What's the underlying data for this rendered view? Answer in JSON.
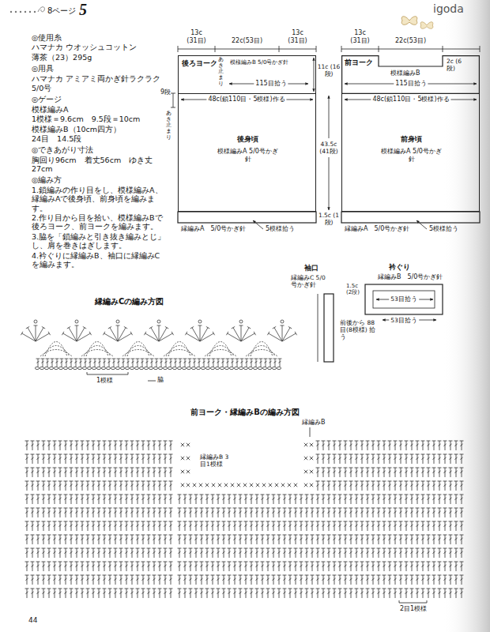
{
  "diagram": {
    "nodes": [
      {
        "text": [
          "後ろヨーク",
          "模様編みB 5/0号かぎ針"
        ]
      },
      {
        "text": [
          "後身頃",
          "模様編みA 5/0号かぎ針"
        ]
      },
      {
        "text": [
          "前ヨーク",
          "模様編みB"
        ]
      },
      {
        "text": [
          "前身頃",
          "模様編みA 5/0号かぎ針"
        ]
      }
    ],
    "labels": [
      "8ページ",
      "5",
      "igoda",
      "◎使用糸",
      "ハマナカ ウオッシュコットン",
      "薄茶（23）295g",
      "◎用具",
      "ハマナカ アミアミ両かぎ針ラクラク",
      "5/0号",
      "◎ゲージ",
      "模様編みA",
      "1模様＝9.6cm　9.5段＝10cm",
      "模様編みB（10cm四方）",
      "24目　14.5段",
      "◎できあがり寸法",
      "胸回り96cm　着丈56cm　ゆき丈27cm",
      "◎編み方",
      "1.鎖編みの作り目をし、模様編みA、縁編みAで後身頃、前身頃を編みます。",
      "2.作り目から目を拾い、模様編みBで後ろヨーク、前ヨークを編みます。",
      "3.脇を「鎖編みと引き抜き編みとじ」し、肩を巻きはぎします。",
      "4.衿ぐりに縁編みB、袖口に縁編みCを編みます。",
      "13c (31目)",
      "22c(53目)",
      "13c (31目)",
      "あき止まり",
      "115目拾う",
      "48c(鎖110目・5模様)作る",
      "9段",
      "あき止まり",
      "11c (16段)",
      "43.5c (41段)",
      "1.5c (1段)",
      "縁編みA　5/0号かぎ針",
      "5模様拾う",
      "13c (31目)",
      "22c(53目)",
      "2c (6段)",
      "115目拾う",
      "48c(鎖110目・5模様)作る",
      "縁編みA　5/0号かぎ針",
      "5模様拾う",
      "衿ぐり",
      "縁編みB　5/0号かぎ針",
      "1.5c (2段)",
      "53目拾う",
      "53目拾う",
      "袖口",
      "縁編みC 5/0号かぎ針",
      "前後から 88目(8模様) 拾う",
      "縁編みCの編み方図",
      "1模様",
      "脇",
      "前ヨーク・縁編みBの編み方図",
      "縁編みB",
      "縁編みB 3目1模様",
      "2目1模様",
      "44"
    ]
  }
}
